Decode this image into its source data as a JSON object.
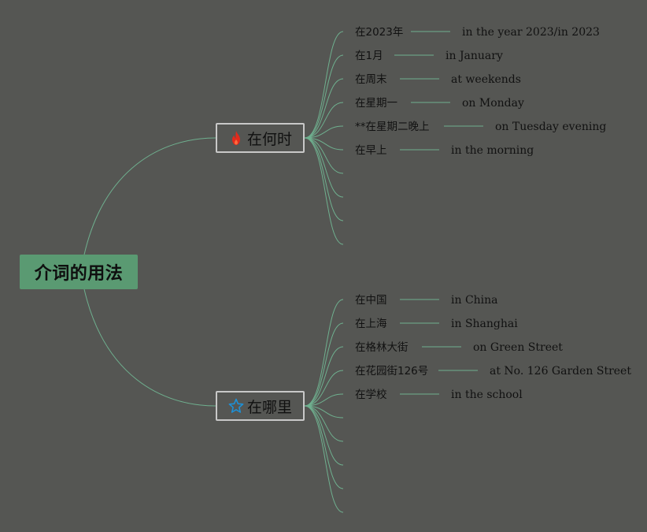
{
  "root": {
    "label": "介词的用法"
  },
  "branches": [
    {
      "label": "在何时",
      "icon": "fire-icon",
      "icon_color": "#e32a1c",
      "items": [
        {
          "cn": "在2023年",
          "en": "in the year 2023/in 2023"
        },
        {
          "cn": "在1月",
          "en": "in January"
        },
        {
          "cn": "在周末",
          "en": "at weekends"
        },
        {
          "cn": "在星期一",
          "en": "on Monday"
        },
        {
          "cn": "**在星期二晚上",
          "en": "on Tuesday evening"
        },
        {
          "cn": "在早上",
          "en": "in the morning"
        }
      ],
      "empty_slots": 4
    },
    {
      "label": "在哪里",
      "icon": "star-icon",
      "icon_color": "#1e90d6",
      "items": [
        {
          "cn": "在中国",
          "en": "in China"
        },
        {
          "cn": "在上海",
          "en": "in Shanghai"
        },
        {
          "cn": "在格林大街",
          "en": "on Green Street"
        },
        {
          "cn": "在花园街126号",
          "en": "at No. 126 Garden Street"
        },
        {
          "cn": "在学校",
          "en": "in the school"
        }
      ],
      "empty_slots": 5
    }
  ],
  "colors": {
    "background": "#555653",
    "root_fill": "#5a9a72",
    "connector": "#6fb08f",
    "node_border": "#c8c8c8"
  }
}
